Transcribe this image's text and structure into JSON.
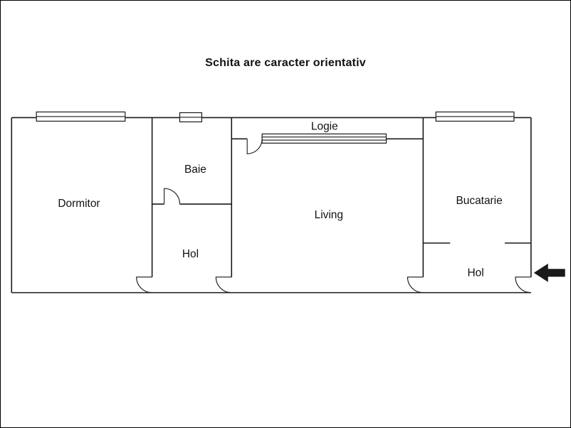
{
  "title": "Schita are caracter orientativ",
  "rooms": {
    "dormitor": "Dormitor",
    "baie": "Baie",
    "hol_left": "Hol",
    "logie": "Logie",
    "living": "Living",
    "bucatarie": "Bucatarie",
    "hol_right": "Hol"
  },
  "icons": {
    "entrance_arrow": "left-arrow"
  },
  "colors": {
    "wall": "#1a1a1a",
    "arrow": "#1a1a1a",
    "background": "#ffffff"
  }
}
